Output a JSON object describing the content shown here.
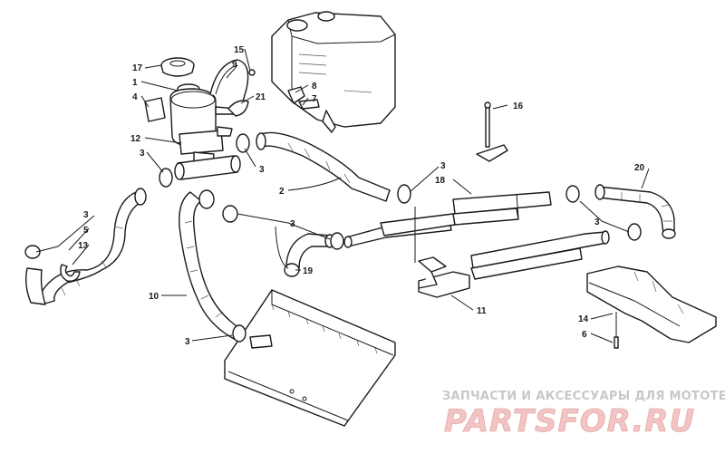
{
  "diagram": {
    "callouts": {
      "c1": "1",
      "c2": "2",
      "c3a": "3",
      "c3b": "3",
      "c3c": "3",
      "c3d": "3",
      "c3e": "3",
      "c3f": "3",
      "c3g": "3",
      "c4": "4",
      "c5": "5",
      "c6": "6",
      "c7": "7",
      "c8": "8",
      "c9": "9",
      "c10": "10",
      "c11": "11",
      "c12": "12",
      "c13": "13",
      "c14": "14",
      "c15": "15",
      "c16": "16",
      "c17": "17",
      "c18": "18",
      "c19": "19",
      "c20": "20",
      "c21": "21"
    }
  },
  "watermark": {
    "tagline": "ЗАПЧАСТИ И АКСЕССУАРЫ ДЛЯ МОТОТЕХНИКИ",
    "logo": "PARTSFOR.RU"
  }
}
